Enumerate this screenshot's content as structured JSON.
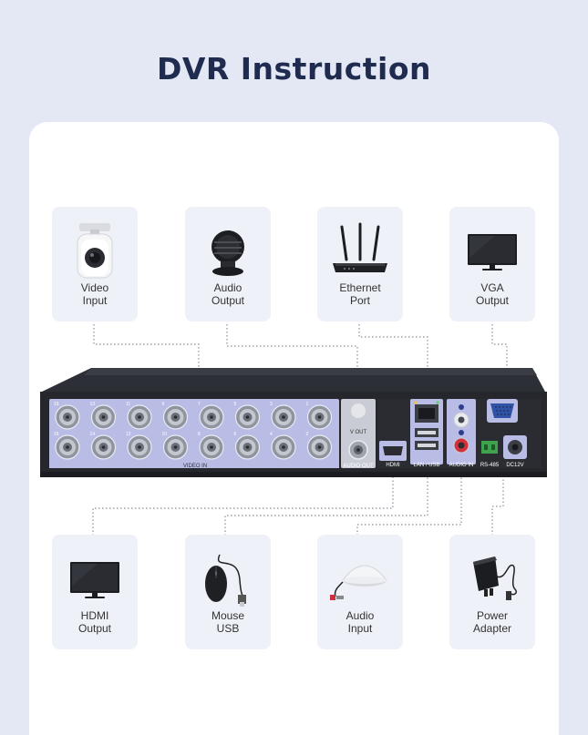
{
  "title": "DVR Instruction",
  "top_ports": [
    {
      "label": "Video\nInput",
      "icon": "camera-icon"
    },
    {
      "label": "Audio\nOutput",
      "icon": "speaker-icon"
    },
    {
      "label": "Ethernet\nPort",
      "icon": "router-icon"
    },
    {
      "label": "VGA\nOutput",
      "icon": "monitor-icon"
    }
  ],
  "bottom_ports": [
    {
      "label": "HDMI\nOutput",
      "icon": "monitor-icon"
    },
    {
      "label": "Mouse\nUSB",
      "icon": "mouse-icon"
    },
    {
      "label": "Audio\nInput",
      "icon": "microphone-icon"
    },
    {
      "label": "Power\nAdapter",
      "icon": "power-adapter-icon"
    }
  ],
  "dvr_labels": {
    "video_in": "VIDEO IN",
    "audio_out": "AUDIO OUT",
    "hdmi": "HDMI",
    "lan_usb": "LAN / USB",
    "audio_in": "AUDIO IN",
    "rs485": "RS-485",
    "dc12v": "DC12V",
    "v_out": "V OUT",
    "vga": "VGA"
  },
  "channels_top": [
    "15",
    "13",
    "11",
    "9",
    "7",
    "5",
    "3",
    "1"
  ],
  "channels_bottom": [
    "16",
    "14",
    "12",
    "10",
    "8",
    "6",
    "4",
    "2"
  ],
  "colors": {
    "background": "#e3e8f4",
    "panel": "#ffffff",
    "card": "#eef1f7",
    "title": "#1f2c4f",
    "dvr_body": "#2a2d33",
    "port_panel": "#b9bde6"
  }
}
